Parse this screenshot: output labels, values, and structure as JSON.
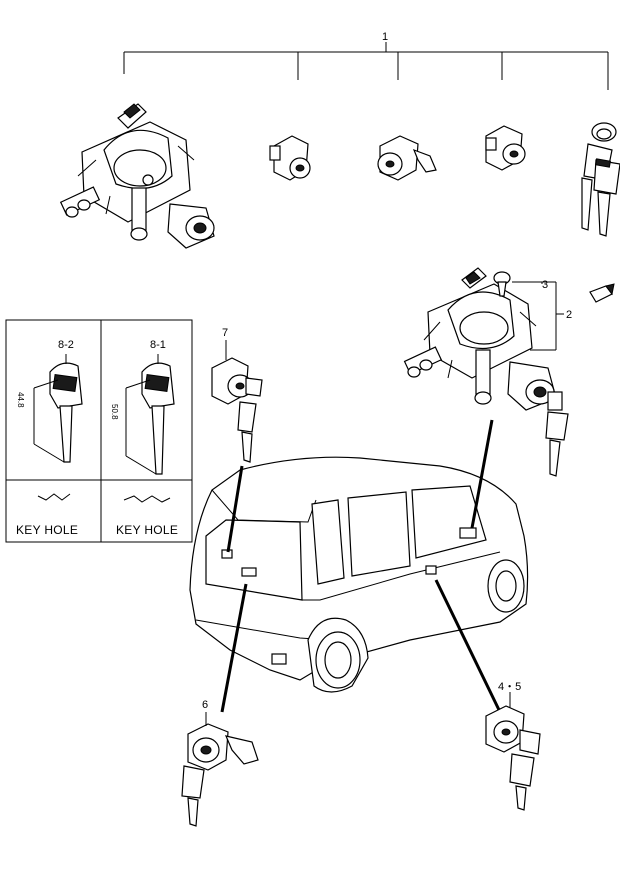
{
  "callouts": {
    "c1": "1",
    "c2": "2",
    "c3": "3",
    "c4_5": "4・5",
    "c6": "6",
    "c7": "7",
    "c8_1": "8-1",
    "c8_2": "8-2"
  },
  "key_panel": {
    "left_dim": "44.8",
    "right_dim": "50.8",
    "left_keyhole": "KEY HOLE",
    "right_keyhole": "KEY HOLE"
  }
}
